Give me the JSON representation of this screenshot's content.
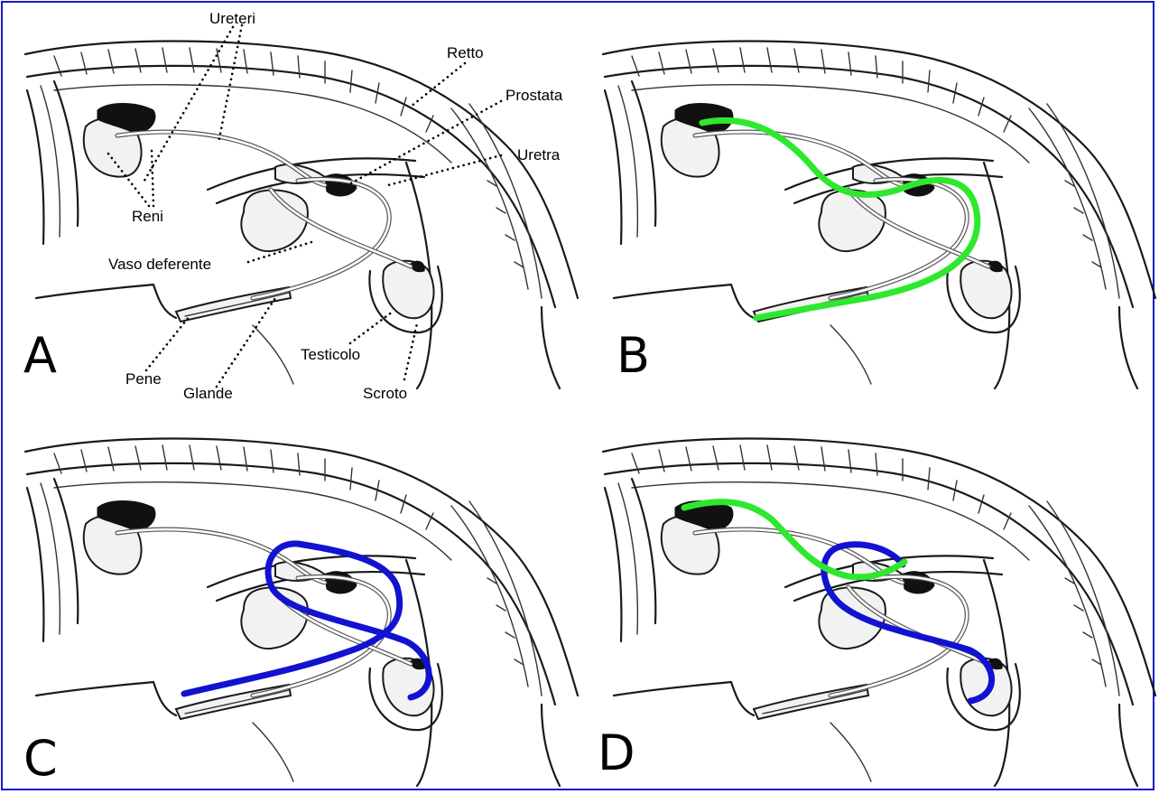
{
  "colors": {
    "border": "#1818c8",
    "green_path": "#2ee82e",
    "blue_path": "#1212d0"
  },
  "panels": [
    {
      "id": "A",
      "letter": "A",
      "path": "none"
    },
    {
      "id": "B",
      "letter": "B",
      "path": "green-full"
    },
    {
      "id": "C",
      "letter": "C",
      "path": "blue-full"
    },
    {
      "id": "D",
      "letter": "D",
      "path": "green-and-blue"
    }
  ],
  "labels": {
    "ureteri": "Ureteri",
    "retto": "Retto",
    "prostata": "Prostata",
    "uretra": "Uretra",
    "reni": "Reni",
    "vaso_deferente": "Vaso deferente",
    "pene": "Pene",
    "glande": "Glande",
    "testicolo": "Testicolo",
    "scroto": "Scroto"
  }
}
